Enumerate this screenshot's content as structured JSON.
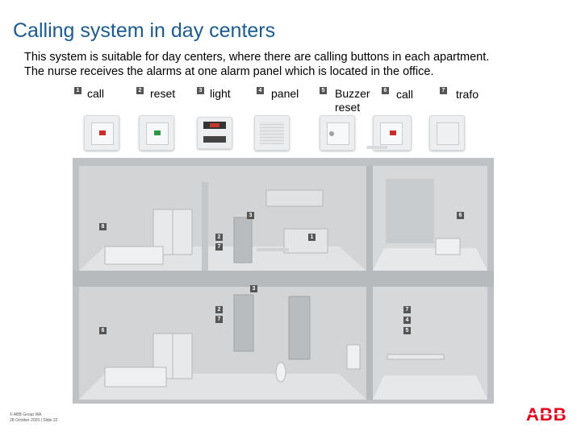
{
  "title": "Calling system in day centers",
  "intro": [
    "This system is suitable for day centers, where there are calling buttons in each apartment.",
    "The nurse receives the alarms at one alarm panel which is located in the office."
  ],
  "legend": [
    {
      "num": "1",
      "label": "call"
    },
    {
      "num": "2",
      "label": "reset"
    },
    {
      "num": "3",
      "label": "light"
    },
    {
      "num": "4",
      "label": "panel"
    },
    {
      "num": "5",
      "label": "Buzzer reset"
    },
    {
      "num": "6",
      "label": "call"
    },
    {
      "num": "7",
      "label": "trafo"
    }
  ],
  "devices": [
    {
      "name": "call-device",
      "accent": "#cc2b2b"
    },
    {
      "name": "reset-device",
      "accent": "#2e9a3f"
    },
    {
      "name": "light-device",
      "accent": "#c0392b"
    },
    {
      "name": "panel-device",
      "accent": "#d8dadd"
    },
    {
      "name": "buzzer-reset-device",
      "accent": "#9aa0a6"
    },
    {
      "name": "call-cord-device",
      "accent": "#cc2b2b"
    },
    {
      "name": "trafo-device",
      "accent": "#e2e4e6"
    }
  ],
  "building_markers": [
    {
      "num": "8"
    },
    {
      "num": "3"
    },
    {
      "num": "2"
    },
    {
      "num": "7"
    },
    {
      "num": "1"
    },
    {
      "num": "6"
    },
    {
      "num": "3"
    },
    {
      "num": "2"
    },
    {
      "num": "7"
    },
    {
      "num": "6"
    },
    {
      "num": "7"
    },
    {
      "num": "4"
    },
    {
      "num": "5"
    }
  ],
  "footer": {
    "line1": "© ABB Group WA",
    "line2": "28 October 2020 | Slide 22"
  },
  "logo_text": "ABB",
  "colors": {
    "title": "#1d5a8e",
    "logo": "#e4001b"
  }
}
